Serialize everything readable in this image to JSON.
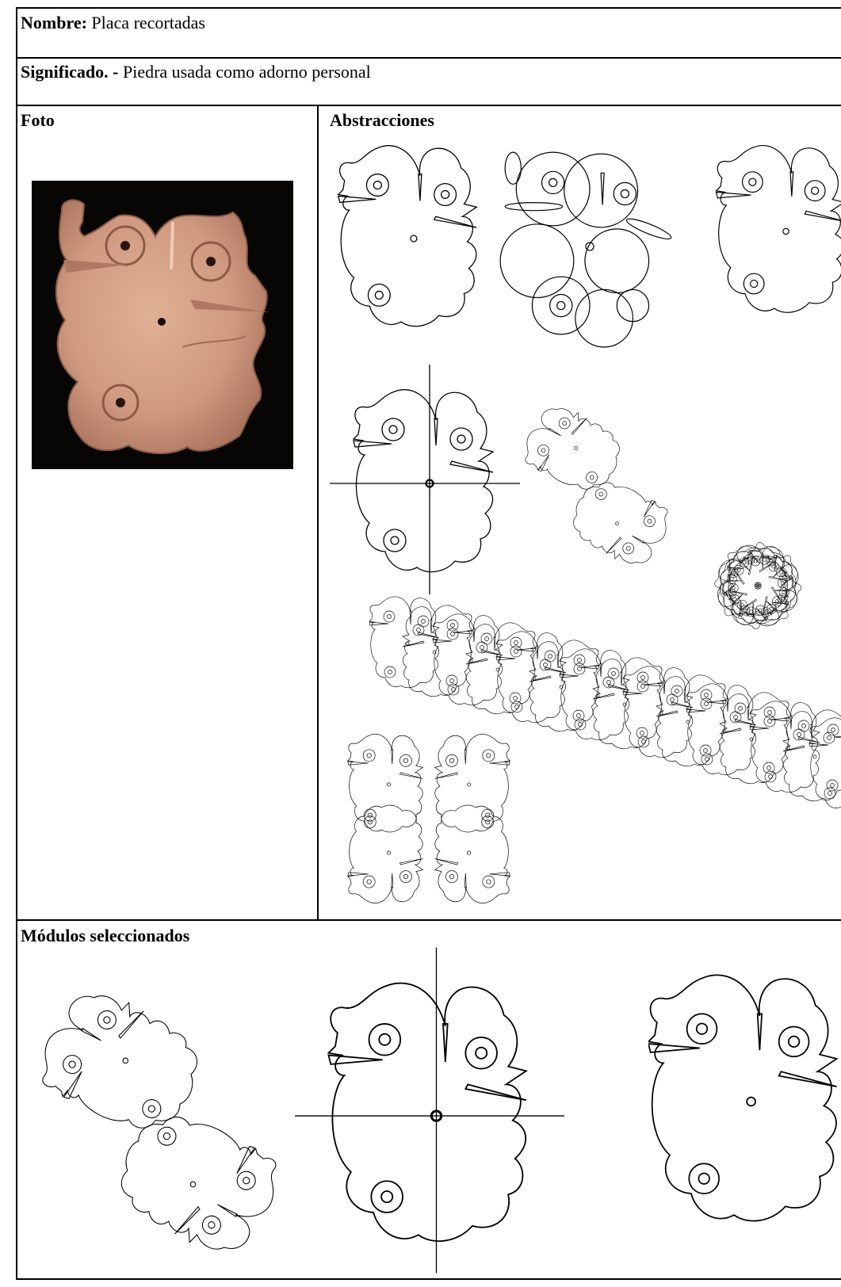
{
  "nombre": {
    "label": "Nombre:",
    "value": "Placa recortadas"
  },
  "significado": {
    "label": "Significado. -",
    "value": "Piedra usada como adorno personal"
  },
  "columns": {
    "foto": "Foto",
    "abstracciones": "Abstracciones"
  },
  "modulos": {
    "title": "Módulos seleccionados"
  },
  "photo": {
    "subject": "carved stone plaque",
    "colors": {
      "background": "#070605",
      "stone": "#cf9a80",
      "shadow": "#9a6450"
    }
  },
  "drawings": {
    "abstracciones_count": 8,
    "modulos_count": 3,
    "stroke": "#000000"
  }
}
